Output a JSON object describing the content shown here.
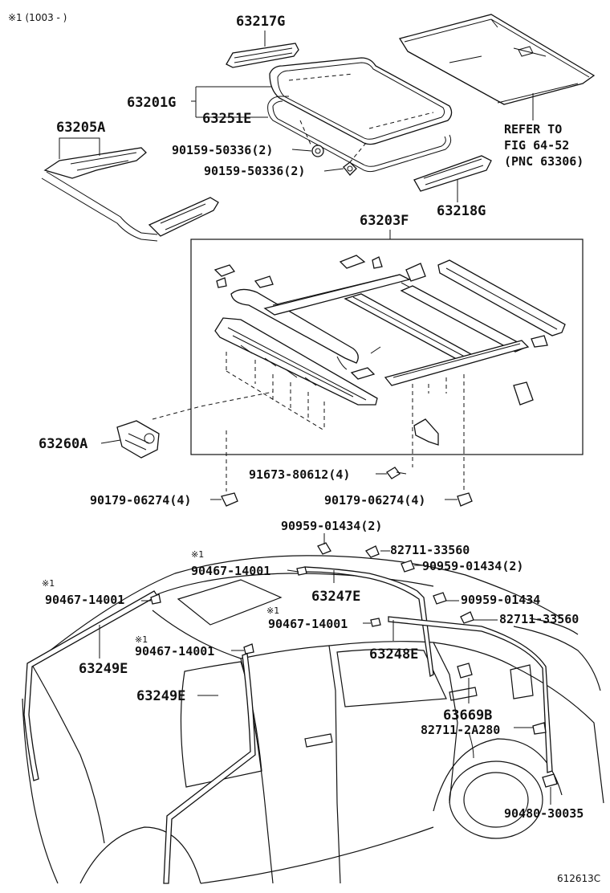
{
  "header_note": "※1 (1003 -        )",
  "refer": {
    "line1": "REFER TO",
    "line2": "FIG 64-52",
    "line3": "(PNC 63306)"
  },
  "parts": {
    "p63217G": "63217G",
    "p63201G": "63201G",
    "p63251E": "63251E",
    "p63205A": "63205A",
    "p90159a": "90159-50336(2)",
    "p90159b": "90159-50336(2)",
    "p63218G": "63218G",
    "p63203F": "63203F",
    "p63260A": "63260A",
    "p91673": "91673-80612(4)",
    "p90179a": "90179-06274(4)",
    "p90179b": "90179-06274(4)",
    "p90959a": "90959-01434(2)",
    "p82711a": "82711-33560",
    "p90959b": "90959-01434(2)",
    "p90467a": "90467-14001",
    "p63247E": "63247E",
    "p90959c": "90959-01434",
    "p90467b": "90467-14001",
    "p82711b": "82711-33560",
    "p90467c": "90467-14001",
    "p63248E": "63248E",
    "p90467d": "90467-14001",
    "p63249Ea": "63249E",
    "p63249Eb": "63249E",
    "p63669B": "63669B",
    "p82711c": "82711-2A280",
    "p90480": "90480-30035"
  },
  "marks": {
    "m1": "※1",
    "m2": "※1",
    "m3": "※1",
    "m4": "※1"
  },
  "figure_id": "612613C"
}
